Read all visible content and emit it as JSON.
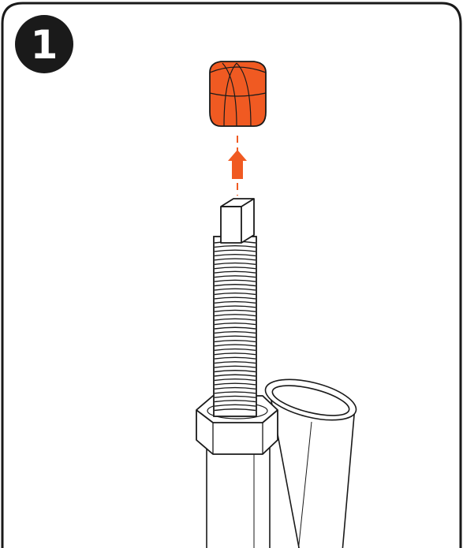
{
  "step": {
    "number": "1"
  },
  "colors": {
    "accent": "#F05A22",
    "ink": "#1A1A1A",
    "background": "#FFFFFF"
  },
  "illustration": {
    "cap_state": "removed",
    "motion": "upward",
    "thread_count": 40
  }
}
